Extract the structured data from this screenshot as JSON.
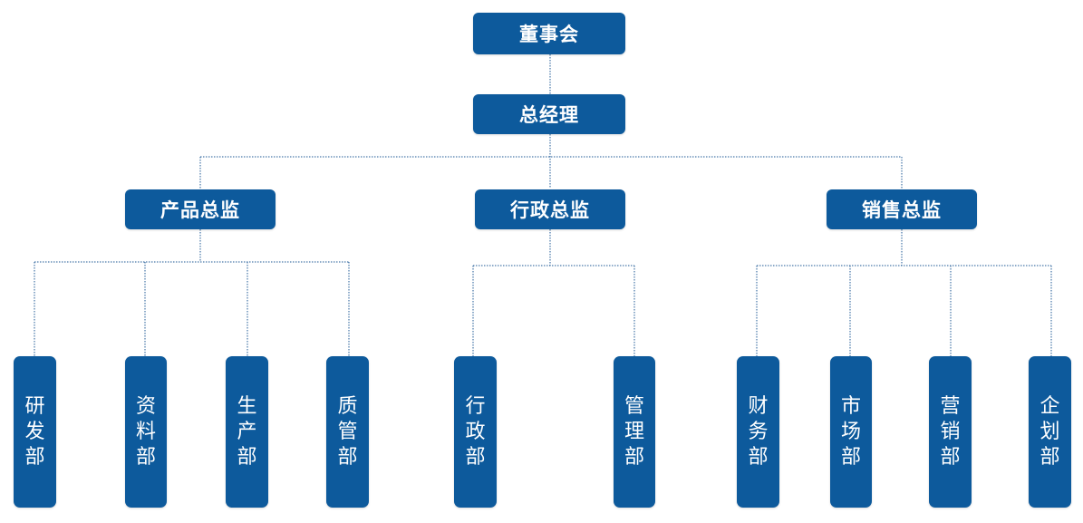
{
  "board": "董事会",
  "gm": "总经理",
  "directors": [
    {
      "name": "产品总监",
      "departments": [
        "研发部",
        "资料部",
        "生产部",
        "质管部"
      ]
    },
    {
      "name": "行政总监",
      "departments": [
        "行政部",
        "管理部"
      ]
    },
    {
      "name": "销售总监",
      "departments": [
        "财务部",
        "市场部",
        "营销部",
        "企划部"
      ]
    }
  ]
}
